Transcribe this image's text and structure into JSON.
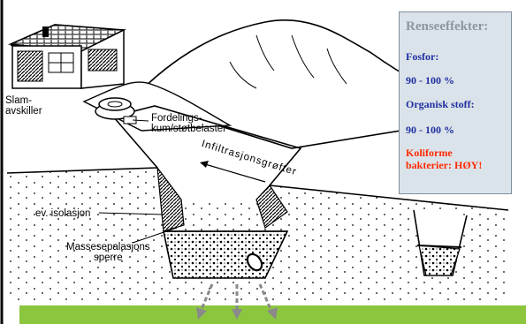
{
  "labels": {
    "slam_line1": "Slam-",
    "slam_line2": "avskiller",
    "fordeling_line1": "Fordelings-",
    "fordeling_line2": "kum/støtbelaster",
    "infiltrasjon": "Infiltrasjonsgrøfter",
    "isolasjon": "ev. isolasjon",
    "masse_line1": "Massesepalasjons",
    "masse_line2": "sperre"
  },
  "panel": {
    "title": "Renseeffekter:",
    "fosfor_label": "Fosfor:",
    "fosfor_value": "90 - 100 %",
    "organisk_label": "Organisk stoff:",
    "organisk_value": "90  - 100 %",
    "koli_line1": "Koliforme",
    "koli_line2": "bakterier: HØY!"
  },
  "colors": {
    "panel_bg": "#dbe3ea",
    "panel_title": "#8a96a0",
    "panel_text": "#1f2fa0",
    "warning": "#ff2a00",
    "ground": "#8cc63f",
    "arrow": "#8a8a8a"
  },
  "icons": [
    "house-illustration",
    "septic-tank-icon",
    "distribution-chamber-icon",
    "drain-pipe-icon",
    "seepage-arrow-icon"
  ]
}
